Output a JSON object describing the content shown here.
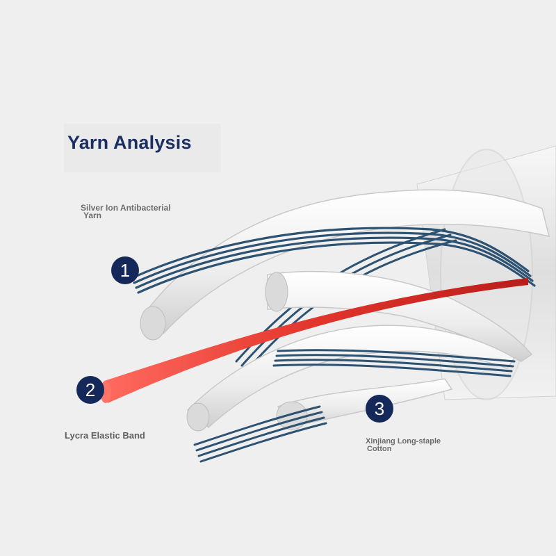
{
  "title": "Yarn Analysis",
  "components": [
    {
      "number": "1",
      "label_line1": "Silver Ion Antibacterial",
      "label_line2": "Yarn",
      "color": "#2d5272"
    },
    {
      "number": "2",
      "label_line1": "Lycra Elastic Band",
      "color": "#e2352c"
    },
    {
      "number": "3",
      "label_line1": "Xinjiang Long-staple",
      "label_line2": "Cotton",
      "color": "#f4f4f4"
    }
  ],
  "colors": {
    "marker": "#14285a",
    "title": "#1b2f63",
    "background": "#efefef"
  }
}
